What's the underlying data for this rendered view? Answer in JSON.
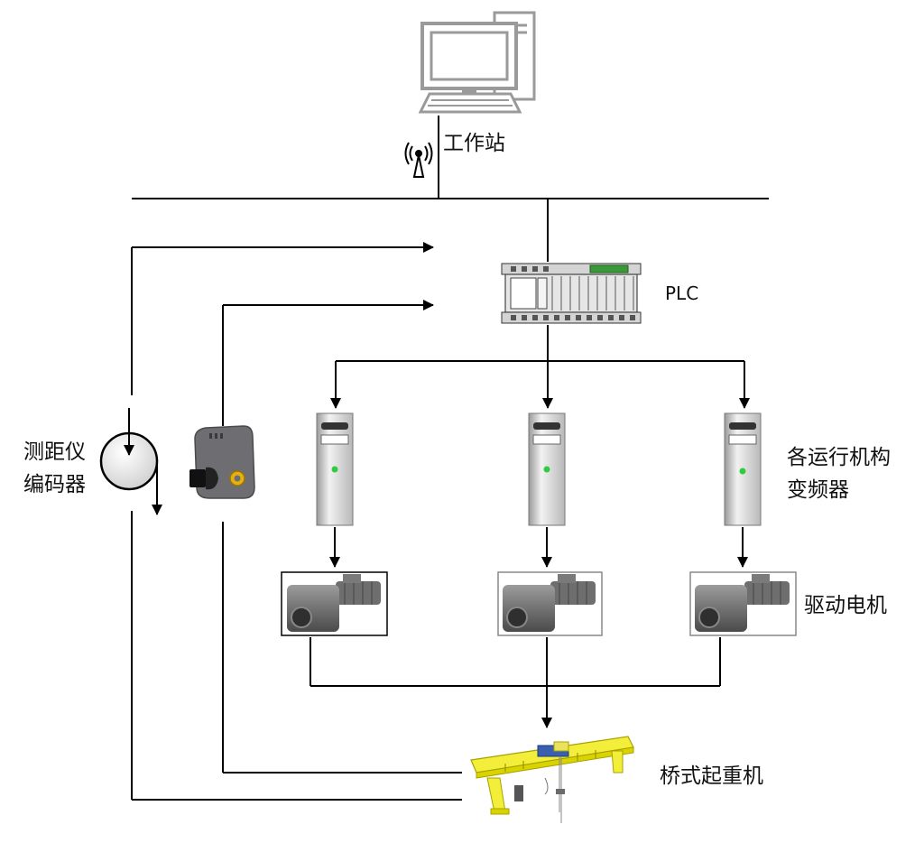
{
  "labels": {
    "workstation": "工作站",
    "plc": "PLC",
    "rangefinder_line1": "测距仪",
    "rangefinder_line2": "编码器",
    "inverters_line1": "各运行机构",
    "inverters_line2": "变频器",
    "motors": "驱动电机",
    "crane": "桥式起重机"
  }
}
